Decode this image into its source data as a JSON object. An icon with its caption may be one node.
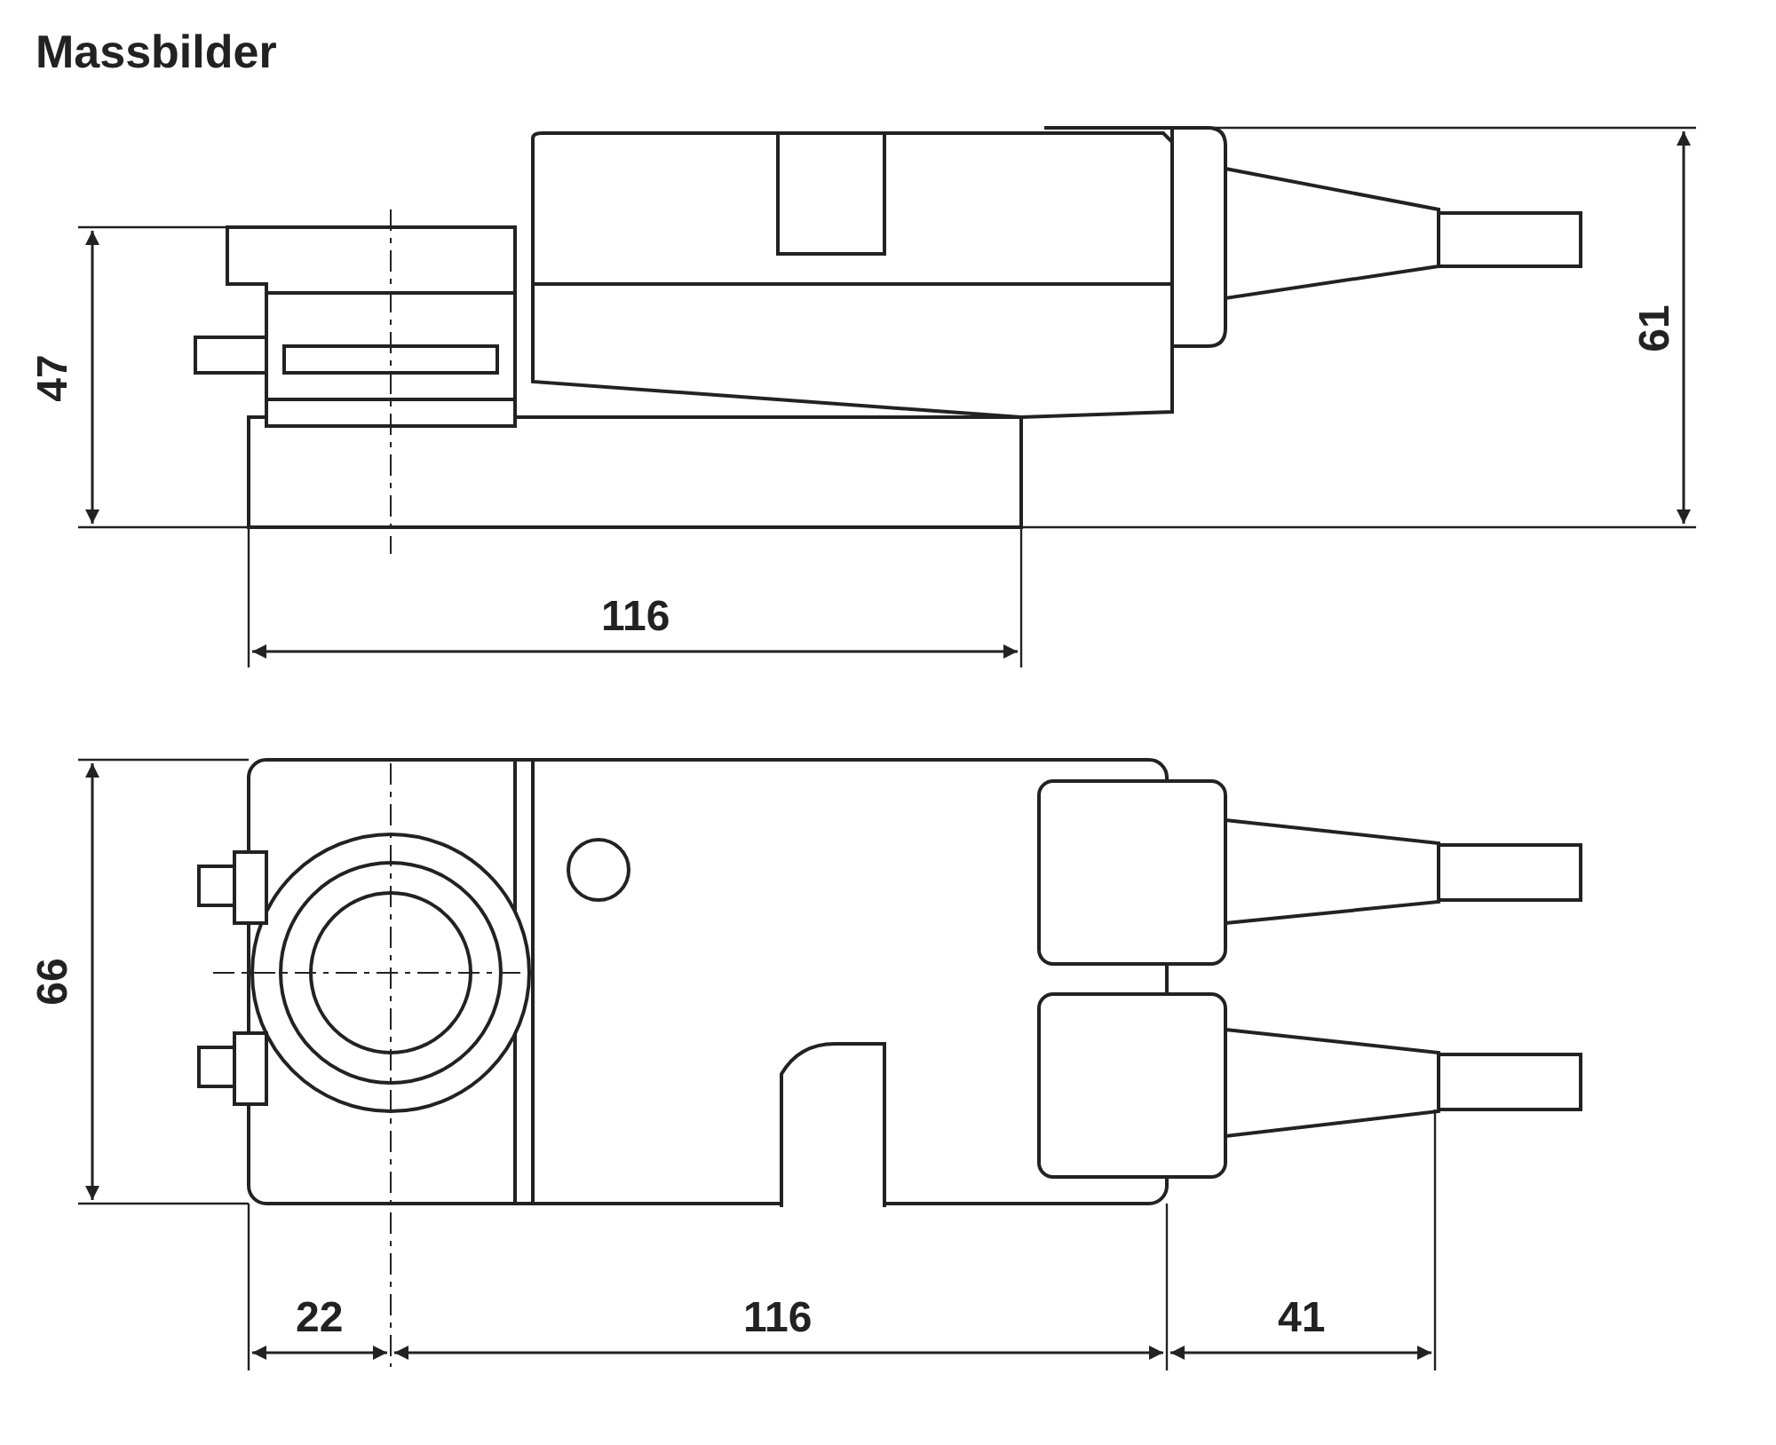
{
  "diagram": {
    "title": "Massbilder",
    "labels": [
      "47",
      "61",
      "116",
      "66",
      "22",
      "116",
      "41"
    ]
  }
}
